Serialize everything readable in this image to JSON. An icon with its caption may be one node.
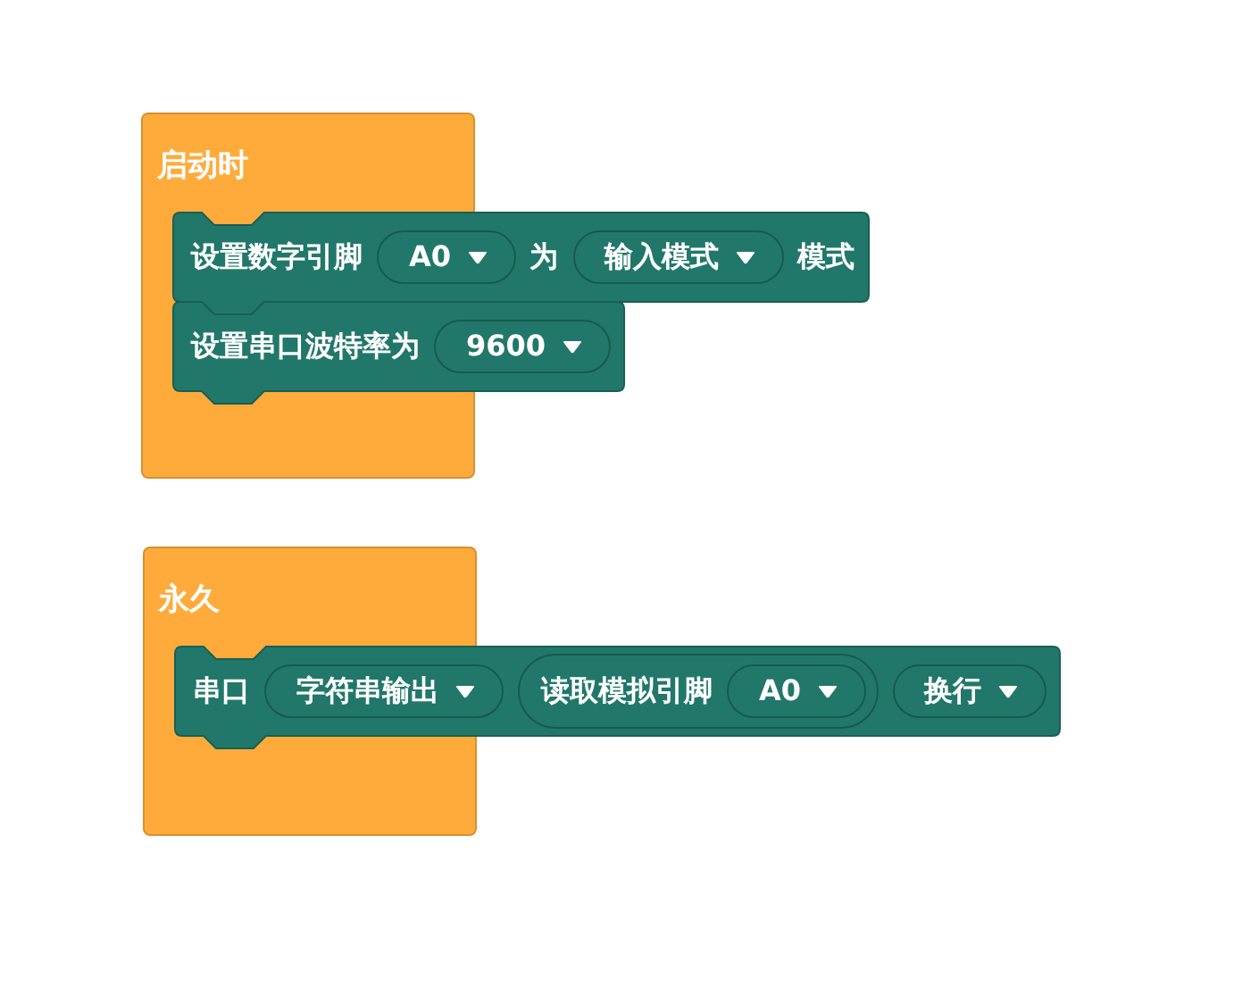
{
  "diagram": {
    "nodes": [
      {
        "text": [
          "启动时"
        ]
      },
      {
        "text": [
          "设置数字引脚",
          "为",
          "模式"
        ]
      },
      {
        "text": [
          "A0"
        ],
        "in": 1
      },
      {
        "text": [
          "输入模式"
        ],
        "in": 1
      },
      {
        "text": [
          "设置串口波特率为"
        ]
      },
      {
        "text": [
          "9600"
        ],
        "in": 4
      },
      {
        "text": [
          "永久"
        ]
      },
      {
        "text": [
          "串口"
        ]
      },
      {
        "text": [
          "字符串输出"
        ],
        "in": 7
      },
      {
        "text": [
          "读取模拟引脚"
        ],
        "in": 7
      },
      {
        "text": [
          "A0"
        ],
        "in": 9
      },
      {
        "text": [
          "换行"
        ],
        "in": 7
      }
    ]
  }
}
